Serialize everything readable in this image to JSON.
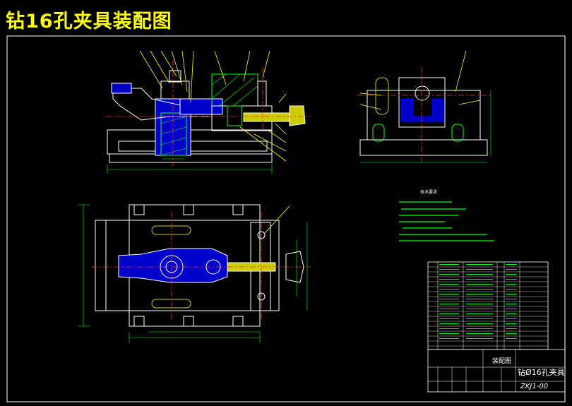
{
  "title": "钻16孔夹具装配图",
  "drawing": {
    "tech_req_heading": "技术要求",
    "titleblock": {
      "name": "装配图",
      "part_name": "钻Ø16孔夹具",
      "drawing_no": "ZKJ1-00"
    }
  },
  "colors": {
    "background": "#000000",
    "outline": "#ffffff",
    "dimension": "#00ff00",
    "centerline": "#ff3030",
    "section": "#0000ff",
    "hatch": "#00ff00",
    "leader": "#ffff00",
    "part_fill": "#0000cc",
    "title": "#ffff00"
  }
}
